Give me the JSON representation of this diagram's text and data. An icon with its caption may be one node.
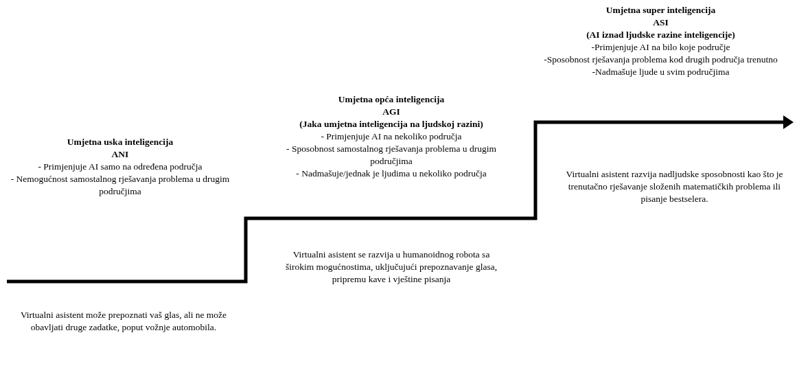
{
  "diagram": {
    "labels": [
      "Umjetna uska inteligencija",
      "ANI",
      "- Primjenjuje AI samo na određena područja",
      "- Nemogućnost samostalnog rješavanja problema u drugim područjima",
      "Virtualni asistent može prepoznati vaš glas, ali ne može obavljati druge zadatke, poput vožnje automobila.",
      "Umjetna opća inteligencija",
      "AGI",
      "(Jaka umjetna inteligencija na ljudskoj razini)",
      "- Primjenjuje AI na nekoliko područja",
      "- Sposobnost samostalnog rješavanja problema u drugim područjima",
      "- Nadmašuje/jednak je ljudima u nekoliko područja",
      "Virtualni asistent se razvija u humanoidnog robota sa širokim mogućnostima, uključujući prepoznavanje glasa, pripremu kave i vještine pisanja",
      "Umjetna super inteligencija",
      "ASI",
      "(AI iznad ljudske razine inteligencije)",
      "-Primjenjuje AI na bilo koje područje",
      "-Sposobnost rješavanja problema kod drugih područja trenutno",
      "-Nadmašuje ljude u svim područjima",
      "Virtualni asistent razvija nadljudske sposobnosti kao što je trenutačno rješavanje složenih matematičkih problema ili pisanje bestselera."
    ]
  }
}
